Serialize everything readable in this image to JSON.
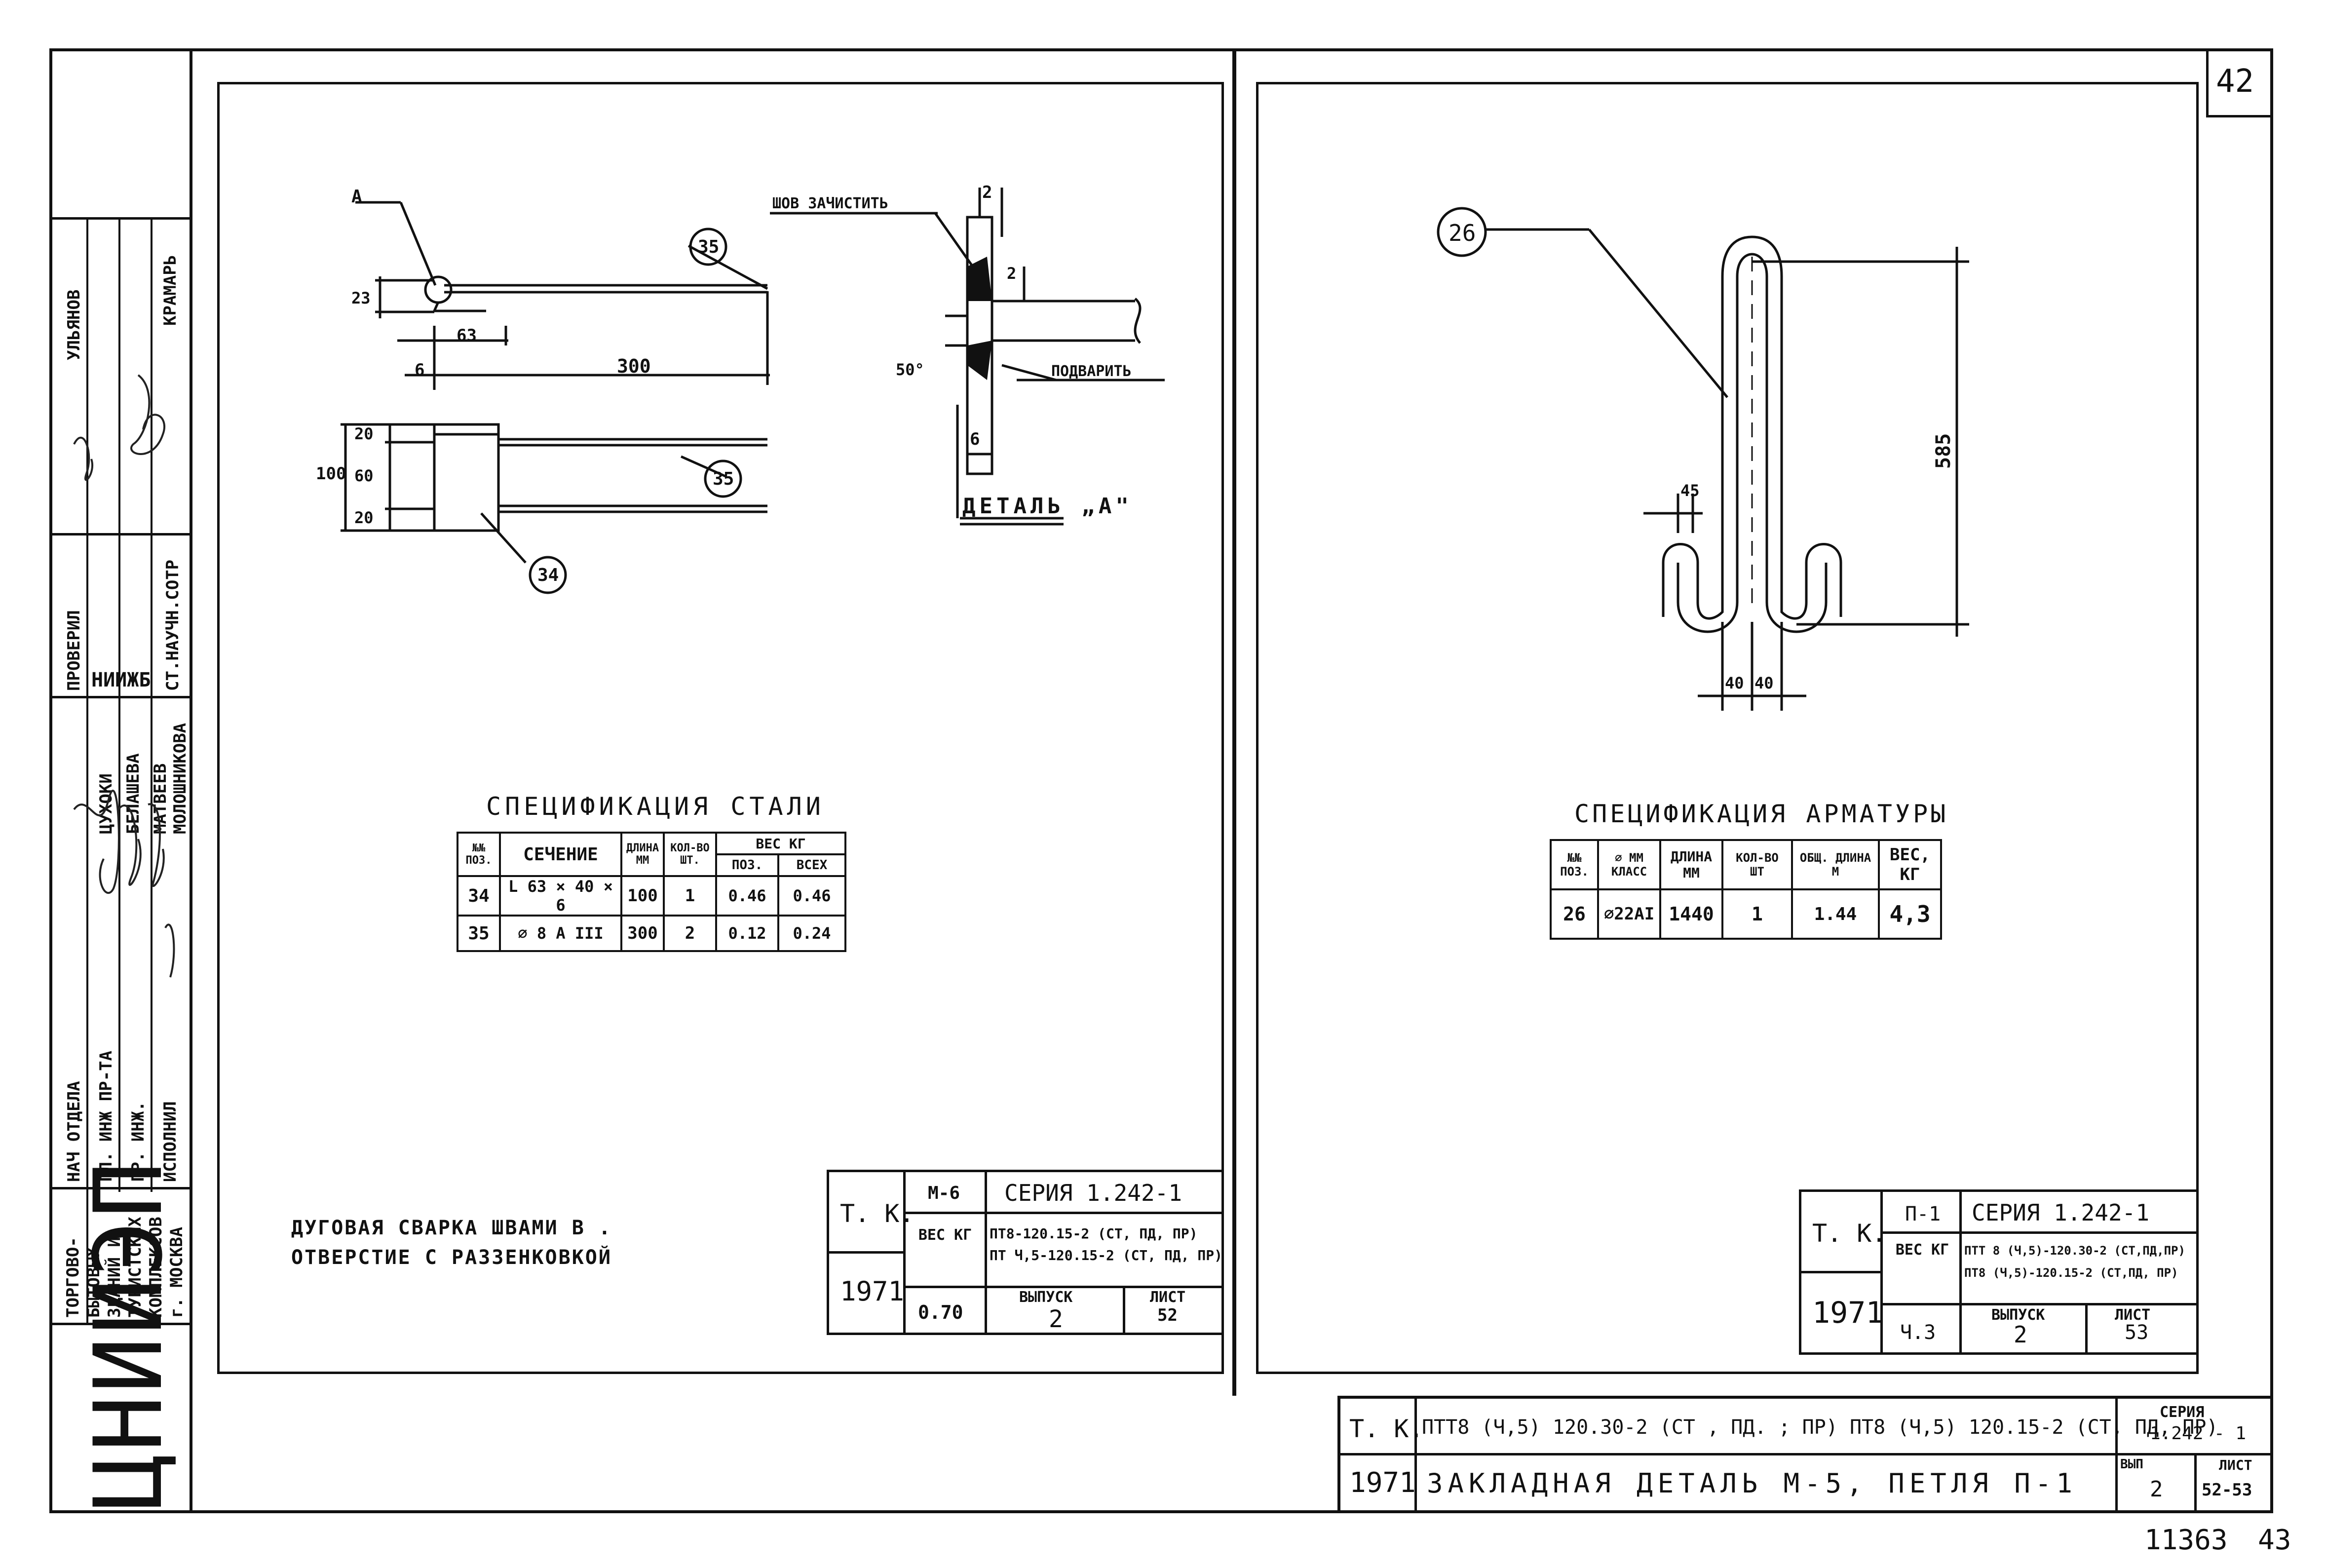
{
  "sheet": {
    "page_number": "42",
    "bottom_inventory_number": "11363",
    "bottom_page_number": "43"
  },
  "stamp": {
    "logo": "ЦНИИЭП",
    "org_lines": [
      "ТОРГОВО-",
      "БЫТОВЫХ",
      "ЗДАНИЙ И",
      "ТУРИСТСКИХ",
      "КОМПЛЕКСОВ",
      "г. МОСКВА"
    ],
    "roles": [
      "НАЧ ОТДЕЛА",
      "ГЛ. ИНЖ ПР-ТА",
      "ГР. ИНЖ.",
      "ИСПОЛНИЛ"
    ],
    "names": [
      "ЦУХОКИ",
      "БЕЛАШЕВА",
      "МАТВЕЕВ",
      "МОЛОШНИКОВА"
    ],
    "check_label": "ПРОВЕРИЛ",
    "niizhb": "НИИЖБ",
    "st_nauch_sotr": "СТ.НАУЧН.СОТР",
    "checker_names": [
      "УЛЬЯНОВ",
      "КРАМАРЬ"
    ]
  },
  "left_drawing": {
    "callout_a": "А",
    "callout_35_top": "35",
    "callout_35_bottom": "35",
    "callout_34": "34",
    "dim_23": "23",
    "dim_63": "63",
    "dim_6": "6",
    "dim_300": "300",
    "dim_100": "100",
    "dim_20_top": "20",
    "dim_60": "60",
    "dim_20_bottom": "20",
    "weld_clean": "ШОВ ЗАЧИСТИТЬ",
    "weld_add": "ПОДВАРИТЬ",
    "dim_2_top": "2",
    "dim_2_side": "2",
    "dim_50": "50°",
    "dim_6_bottom": "6",
    "detail_title": "ДЕТАЛЬ „А\"",
    "note_line1": "ДУГОВАЯ СВАРКА ШВАМИ В .",
    "note_line2": "ОТВЕРСТИЕ С РАЗЗЕНКОВКОЙ"
  },
  "steel_spec": {
    "title": "СПЕЦИФИКАЦИЯ СТАЛИ",
    "h_pos": "№№ ПОЗ.",
    "h_section": "СЕЧЕНИЕ",
    "h_length": "ДЛИНА ММ",
    "h_qty": "КОЛ-ВО ШТ.",
    "h_weight": "ВЕС КГ",
    "h_w_pos": "ПОЗ.",
    "h_w_all": "ВСЕХ",
    "rows": [
      {
        "pos": "34",
        "section": "L 63 × 40 × 6",
        "length": "100",
        "qty": "1",
        "w_pos": "0.46",
        "w_all": "0.46"
      },
      {
        "pos": "35",
        "section": "⌀ 8 А III",
        "length": "300",
        "qty": "2",
        "w_pos": "0.12",
        "w_all": "0.24"
      }
    ]
  },
  "left_titleblock": {
    "tk": "Т. К.",
    "code": "М-6",
    "series": "СЕРИЯ 1.242-1",
    "weight_label": "ВЕС КГ",
    "line1": "ПТ8-120.15-2 (СТ, ПД, ПР)",
    "line2": "ПТ Ч,5-120.15-2 (СТ, ПД, ПР)",
    "year": "1971",
    "weight": "0.70",
    "issue_label": "ВЫПУСК",
    "issue": "2",
    "sheet_label": "ЛИСТ",
    "sheet": "52"
  },
  "right_drawing": {
    "callout_26": "26",
    "dim_585": "585",
    "dim_45": "45",
    "dim_40a": "40",
    "dim_40b": "40"
  },
  "rebar_spec": {
    "title": "СПЕЦИФИКАЦИЯ АРМАТУРЫ",
    "h_pos": "№№ ПОЗ.",
    "h_dia": "⌀ ММ КЛАСС",
    "h_length": "ДЛИНА ММ",
    "h_qty": "КОЛ-ВО ШТ",
    "h_total": "ОБЩ. ДЛИНА М",
    "h_weight": "ВЕС, КГ",
    "rows": [
      {
        "pos": "26",
        "dia": "⌀22АI",
        "length": "1440",
        "qty": "1",
        "total": "1.44",
        "weight": "4,3"
      }
    ]
  },
  "right_titleblock": {
    "tk": "Т. К.",
    "code": "П-1",
    "series": "СЕРИЯ 1.242-1",
    "weight_label": "ВЕС КГ",
    "line1": "ПТТ 8 (Ч,5)-120.30-2 (СТ,ПД,ПР)",
    "line2": "ПТ8 (Ч,5)-120.15-2 (СТ,ПД, ПР)",
    "year": "1971",
    "weight": "Ч.3",
    "issue_label": "ВЫПУСК",
    "issue": "2",
    "sheet_label": "ЛИСТ",
    "sheet": "53"
  },
  "main_titleblock": {
    "tk": "Т. К.",
    "products": "ПТТ8 (Ч,5) 120.30-2 (СТ , ПД. ; ПР) ПТ8 (Ч,5) 120.15-2 (СТ, ПД, ПР)",
    "series_label": "СЕРИЯ",
    "series": "1.242 - 1",
    "year": "1971",
    "title": "ЗАКЛАДНАЯ ДЕТАЛЬ М-5, ПЕТЛЯ П-1",
    "issue_label": "ВЫП",
    "issue": "2",
    "sheet_label": "ЛИСТ",
    "sheet": "52-53"
  }
}
